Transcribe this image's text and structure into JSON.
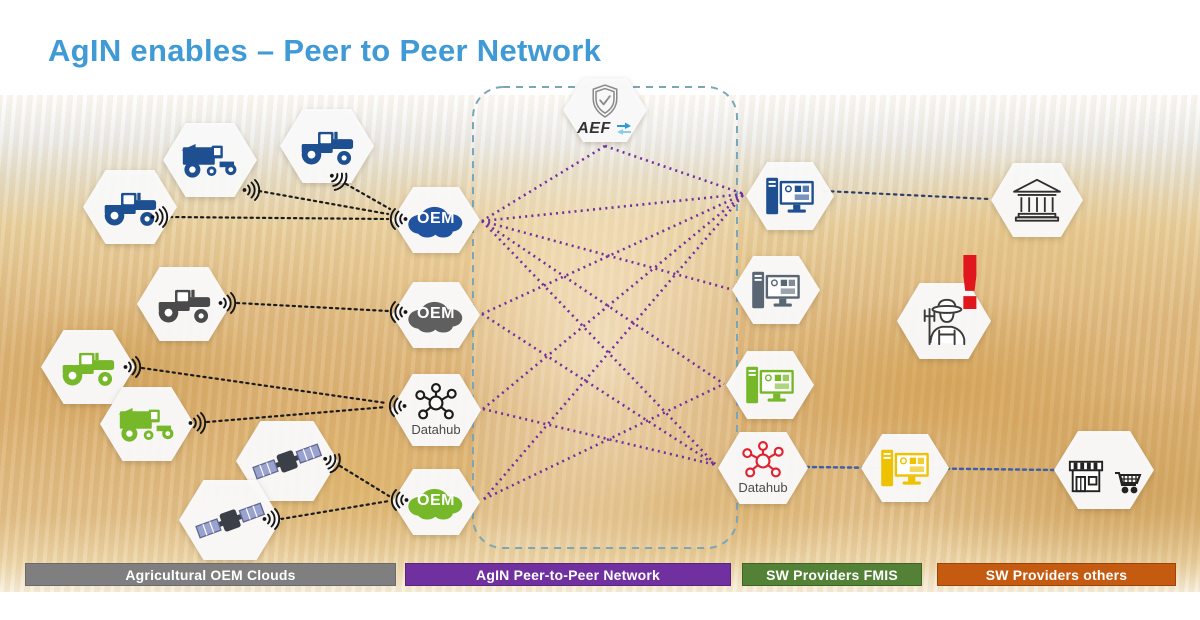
{
  "title": {
    "text": "AgIN enables – Peer to Peer Network",
    "color": "#3f9ad6"
  },
  "network": {
    "hub_label": "AEF",
    "box_label": "AgIN Peer-to-Peer Network"
  },
  "oem_clouds": {
    "items": [
      {
        "id": "oem-blue",
        "label": "OEM",
        "color": "#2053a0"
      },
      {
        "id": "oem-gray",
        "label": "OEM",
        "color": "#5f5f5f"
      },
      {
        "id": "datahub-left",
        "label": "Datahub",
        "color": "#1b1b1b"
      },
      {
        "id": "oem-green",
        "label": "OEM",
        "color": "#76b82a"
      }
    ]
  },
  "machines": {
    "items": [
      {
        "id": "tractor-blue-1",
        "type": "tractor",
        "color": "#1e4f91"
      },
      {
        "id": "combine-blue",
        "type": "combine",
        "color": "#1e4f91"
      },
      {
        "id": "tractor-blue-2",
        "type": "tractor",
        "color": "#1e4f91"
      },
      {
        "id": "tractor-dark",
        "type": "tractor",
        "color": "#4a4a4a"
      },
      {
        "id": "tractor-green",
        "type": "tractor",
        "color": "#76b82a"
      },
      {
        "id": "combine-green",
        "type": "combine",
        "color": "#76b82a"
      },
      {
        "id": "satellite-1",
        "type": "satellite",
        "color": "#3b4048"
      },
      {
        "id": "satellite-2",
        "type": "satellite",
        "color": "#3b4048"
      }
    ]
  },
  "sw_providers": {
    "fmis": [
      {
        "id": "fmis-blue",
        "type": "desktop",
        "color": "#1e4f91"
      },
      {
        "id": "fmis-slate",
        "type": "desktop",
        "color": "#5a6673"
      },
      {
        "id": "fmis-green",
        "type": "desktop",
        "color": "#76b82a"
      }
    ],
    "datahub": {
      "label": "Datahub",
      "color": "#e02330"
    },
    "others": [
      {
        "id": "sw-other-yellow",
        "type": "desktop",
        "color": "#eec200"
      }
    ]
  },
  "entities": {
    "bank": {
      "id": "bank"
    },
    "farmer": {
      "id": "farmer",
      "alert_mark": "!",
      "alert_color": "#e0171c"
    },
    "store": {
      "id": "store-with-cart"
    }
  },
  "legend": {
    "items": [
      {
        "label": "Agricultural OEM Clouds",
        "color": "#7f7f7f"
      },
      {
        "label": "AgIN Peer-to-Peer Network",
        "color": "#7030a0"
      },
      {
        "label": "SW Providers FMIS",
        "color": "#538135"
      },
      {
        "label": "SW Providers others",
        "color": "#c55a11"
      }
    ]
  },
  "connections": {
    "machine_to_cloud": [
      "tractor-blue-1 → oem-blue",
      "combine-blue → oem-blue",
      "tractor-blue-2 → oem-blue",
      "tractor-dark → oem-gray",
      "tractor-green → datahub-left",
      "combine-green → datahub-left",
      "satellite-1 → oem-green",
      "satellite-2 → oem-green"
    ],
    "p2p_mesh": [
      "AEF ↔ oem-blue",
      "AEF ↔ fmis-blue",
      "oem-blue ↔ fmis-blue",
      "oem-blue ↔ fmis-slate",
      "oem-blue ↔ fmis-green",
      "oem-blue ↔ datahub-right",
      "oem-gray ↔ fmis-blue",
      "oem-gray ↔ datahub-right",
      "datahub-left ↔ fmis-blue",
      "datahub-left ↔ datahub-right",
      "oem-green ↔ fmis-blue",
      "oem-green ↔ fmis-green"
    ],
    "service_links": [
      "fmis-blue → bank",
      "datahub-right → sw-other-yellow → store"
    ]
  }
}
